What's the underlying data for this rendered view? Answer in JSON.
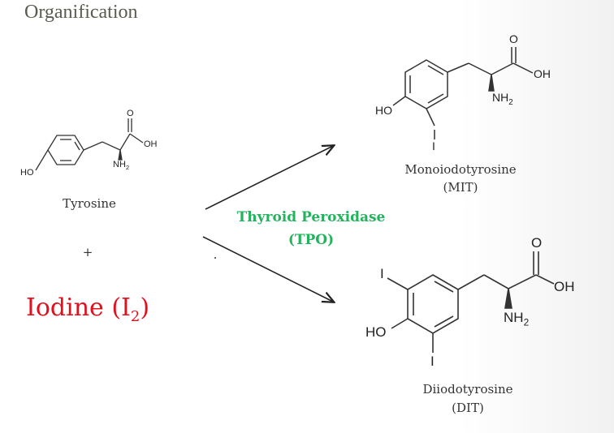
{
  "title": "Organification",
  "reactants": {
    "tyrosine": {
      "name": "Tyrosine",
      "ho": "HO",
      "oh": "OH",
      "o": "O",
      "nh": "NH",
      "nh_sub": "2"
    },
    "plus": "+",
    "iodine": {
      "label": "Iodine (I",
      "sub": "2",
      "close": ")"
    }
  },
  "enzyme": {
    "name": "Thyroid Peroxidase",
    "abbr": "(TPO)",
    "color": "#22b35c"
  },
  "products": {
    "mit": {
      "name": "Monoiodotyrosine",
      "abbr": "(MIT)",
      "ho": "HO",
      "oh": "OH",
      "o": "O",
      "i": "I",
      "nh": "NH",
      "nh_sub": "2"
    },
    "dit": {
      "name": "Diiodotyrosine",
      "abbr": "(DIT)",
      "ho": "HO",
      "oh": "OH",
      "o": "O",
      "i_top": "I",
      "i_bottom": "I",
      "nh": "NH",
      "nh_sub": "2"
    }
  }
}
